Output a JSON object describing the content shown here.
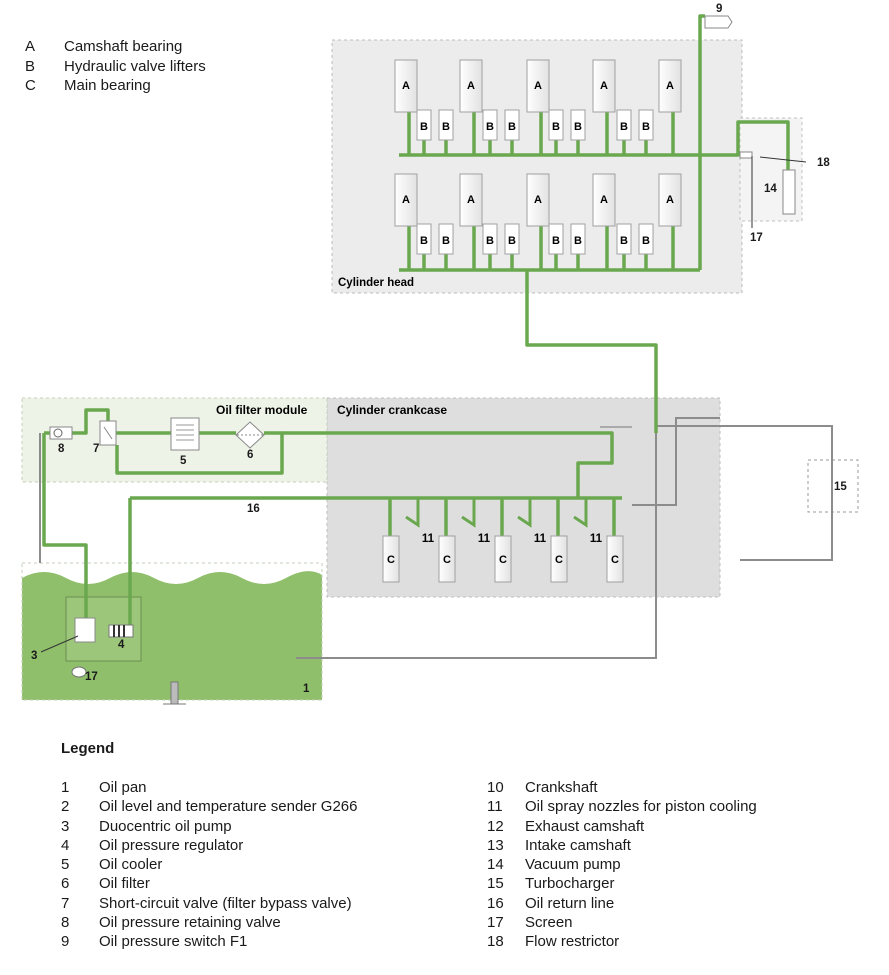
{
  "abbreviations": [
    {
      "key": "A",
      "label": "Camshaft bearing"
    },
    {
      "key": "B",
      "label": "Hydraulic valve lifters"
    },
    {
      "key": "C",
      "label": "Main bearing"
    }
  ],
  "regions": {
    "cylinder_head": "Cylinder head",
    "oil_filter_module": "Oil filter module",
    "cylinder_crankcase": "Cylinder crankcase"
  },
  "component_labels": {
    "camshaft_bearing": "A",
    "valve_lifter": "B",
    "main_bearing": "C",
    "n1": "1",
    "n3": "3",
    "n4": "4",
    "n5": "5",
    "n6": "6",
    "n7": "7",
    "n8": "8",
    "n9": "9",
    "n11": "11",
    "n14": "14",
    "n15": "15",
    "n16": "16",
    "n17": "17",
    "n18": "18"
  },
  "legend": {
    "title": "Legend",
    "left": [
      {
        "num": "1",
        "label": "Oil pan"
      },
      {
        "num": "2",
        "label": "Oil level and temperature sender G266"
      },
      {
        "num": "3",
        "label": "Duocentric oil pump"
      },
      {
        "num": "4",
        "label": "Oil pressure regulator"
      },
      {
        "num": "5",
        "label": "Oil cooler"
      },
      {
        "num": "6",
        "label": "Oil filter"
      },
      {
        "num": "7",
        "label": "Short-circuit valve (filter bypass valve)"
      },
      {
        "num": "8",
        "label": "Oil pressure retaining valve"
      },
      {
        "num": "9",
        "label": "Oil pressure switch F1"
      }
    ],
    "right": [
      {
        "num": "10",
        "label": "Crankshaft"
      },
      {
        "num": "11",
        "label": "Oil spray nozzles for piston cooling"
      },
      {
        "num": "12",
        "label": "Exhaust camshaft"
      },
      {
        "num": "13",
        "label": "Intake camshaft"
      },
      {
        "num": "14",
        "label": "Vacuum pump"
      },
      {
        "num": "15",
        "label": "Turbocharger"
      },
      {
        "num": "16",
        "label": "Oil return line"
      },
      {
        "num": "17",
        "label": "Screen"
      },
      {
        "num": "18",
        "label": "Flow restrictor"
      }
    ]
  },
  "colors": {
    "oil_line": "#6aa84f",
    "return_line": "#8c8c8c",
    "oil_pan": "#8fbf6a",
    "head_bg": "#ececec",
    "crankcase_bg": "#dcdcdc",
    "filter_module_bg": "#edf3e6"
  }
}
